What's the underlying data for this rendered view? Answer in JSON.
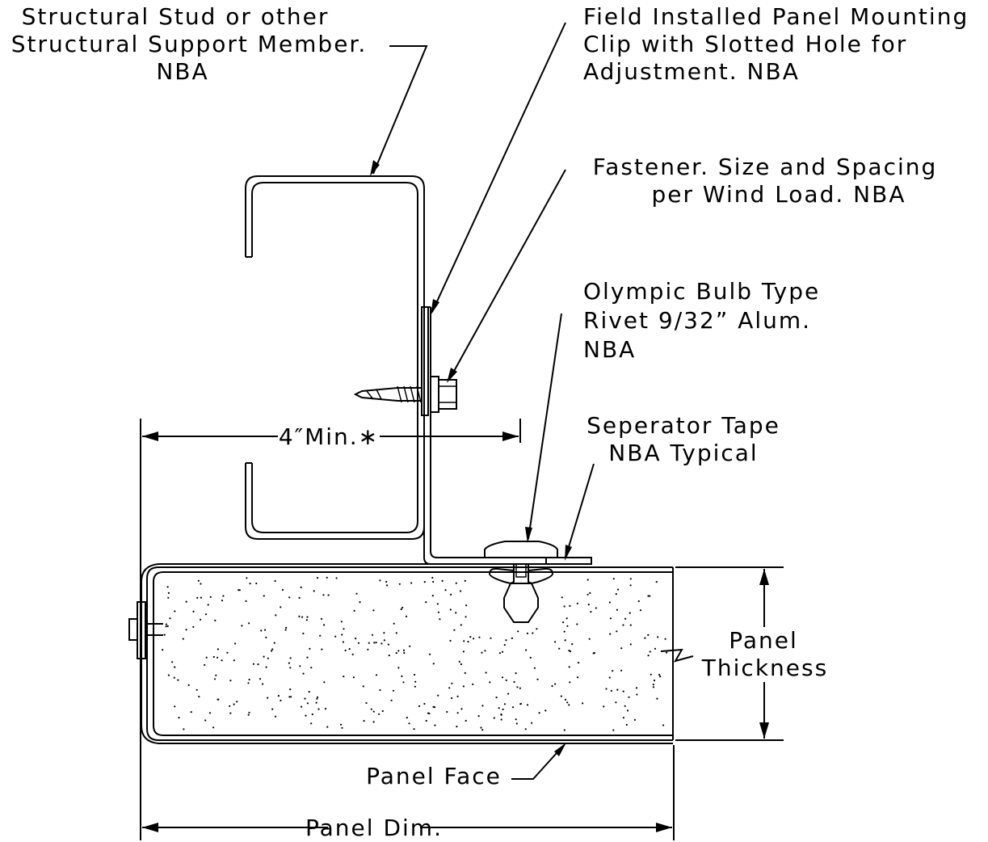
{
  "labels": {
    "stud_line1": "Structural Stud or other",
    "stud_line2": "Structural Support Member.",
    "stud_line3": "NBA",
    "clip_line1": "Field Installed Panel Mounting",
    "clip_line2": "Clip with Slotted Hole for",
    "clip_line3": "Adjustment. NBA",
    "fastener_line1": "Fastener. Size and Spacing",
    "fastener_line2": "per Wind Load. NBA",
    "rivet_line1": "Olympic Bulb Type",
    "rivet_line2": "Rivet 9/32” Alum.",
    "rivet_line3": "NBA",
    "tape_line1": "Seperator Tape",
    "tape_line2": "NBA Typical",
    "min_dim": "4″Min.∗",
    "thickness_line1": "Panel",
    "thickness_line2": "Thickness",
    "panel_face": "Panel Face",
    "panel_dim": "Panel Dim."
  }
}
